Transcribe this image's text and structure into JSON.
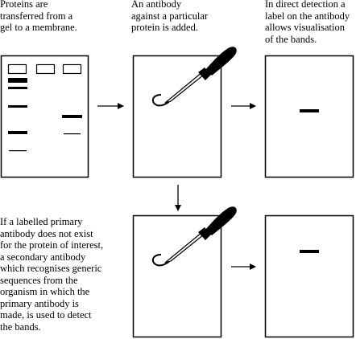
{
  "steps": [
    {
      "caption": "Proteins are\ntransferred from a\ngel to a membrane."
    },
    {
      "caption": "An antibody\nagainst a particular\nprotein is added."
    },
    {
      "caption": "In direct detection a\nlabel on the antibody\nallows visualisation\nof the bands."
    },
    {
      "caption": "If a labelled primary\nantibody does not exist\nfor the protein of interest,\na secondary antibody\nwhich recognises generic\nsequences from the\norganism in which the\nprimary antibody is\nmade, is used to detect\nthe bands."
    }
  ],
  "colors": {
    "ink": "#000000",
    "background": "#ffffff"
  },
  "icons": [
    "dropper-icon",
    "arrow-right-icon",
    "arrow-down-icon"
  ]
}
